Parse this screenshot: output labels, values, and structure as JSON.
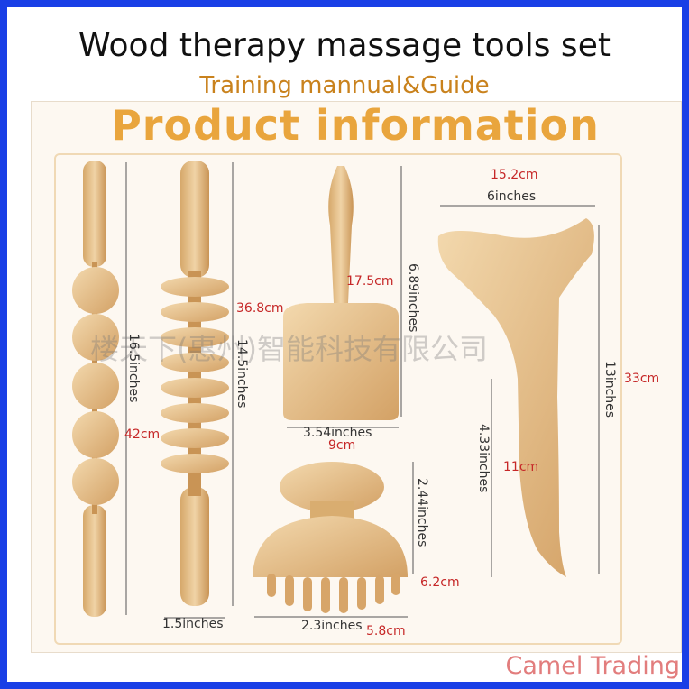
{
  "header": {
    "title": "Wood therapy massage tools set",
    "subtitle": "Training mannual&Guide"
  },
  "photo": {
    "heading": "Product information",
    "watermark": "楼天下(惠州)智能科技有限公司",
    "tools": {
      "roller_left": {
        "length_in": "16.5inches",
        "length_cm": "42cm"
      },
      "roller_disc": {
        "length_cm": "36.8cm",
        "length_in": "14.5inches",
        "width_in": "1.5inches"
      },
      "cup": {
        "height_cm": "17.5cm",
        "height_in": "6.89inches",
        "width_in": "3.54inches",
        "width_cm": "9cm"
      },
      "mushroom": {
        "height_in": "2.44inches",
        "height_cm": "6.2cm",
        "width_in": "2.3inches",
        "width_cm": "5.8cm"
      },
      "paddle": {
        "width_cm": "15.2cm",
        "width_in": "6inches",
        "height_in": "13inches",
        "height_cm": "33cm",
        "handle_in": "4.33inches",
        "handle_cm": "11cm"
      }
    }
  },
  "brand": "Camel Trading",
  "colors": {
    "frame": "#1a3fe6",
    "heading": "#e9a53d",
    "subtitle": "#c9821d",
    "wood": "#e2bd86",
    "brand": "#e27d7d"
  }
}
